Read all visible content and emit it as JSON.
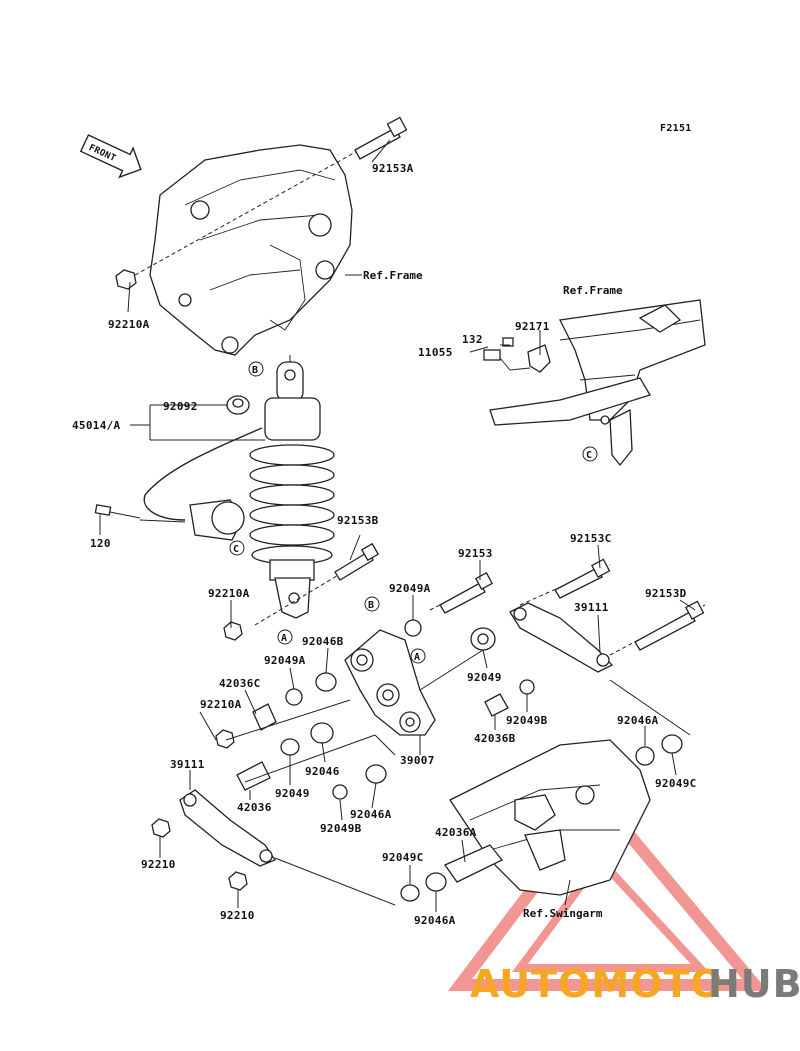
{
  "diagram_code": "F2151",
  "front_label": "FRONT",
  "refs": {
    "frame_top": "Ref.Frame",
    "frame_inset": "Ref.Frame",
    "swingarm": "Ref.Swingarm"
  },
  "markers": {
    "a_lower_shock": "A",
    "a_rocker": "A",
    "b_frame": "B",
    "b_rocker": "B",
    "c_cable": "C",
    "c_inset": "C"
  },
  "parts": {
    "p92153A": "92153A",
    "p92210A_top": "92210A",
    "p92092": "92092",
    "p45014A": "45014/A",
    "p120": "120",
    "p92153B": "92153B",
    "p92210A_mid": "92210A",
    "p132": "132",
    "p92171": "92171",
    "p11055": "11055",
    "p92153": "92153",
    "p92153C": "92153C",
    "p92049A_top": "92049A",
    "p92153D": "92153D",
    "p39111_right": "39111",
    "p92046B": "92046B",
    "p92049A_left": "92049A",
    "p42036C": "42036C",
    "p92210A_low": "92210A",
    "p92049_mid": "92049",
    "p92049B_right": "92049B",
    "p42036B": "42036B",
    "p39007": "39007",
    "p92046A_right": "92046A",
    "p92049C_right": "92049C",
    "p39111_left": "39111",
    "p92046": "92046",
    "p92049_left": "92049",
    "p42036": "42036",
    "p92046A_mid": "92046A",
    "p92049B_left": "92049B",
    "p42036A": "42036A",
    "p92210_a": "92210",
    "p92049C_low": "92049C",
    "p92210_b": "92210",
    "p92046A_low": "92046A"
  },
  "watermark": {
    "part1": "AUTOMOTO",
    "part2": "HUB",
    "color_red": "#e8413c",
    "color_orange": "#f5a623",
    "color_gray": "#7b7b7b"
  }
}
